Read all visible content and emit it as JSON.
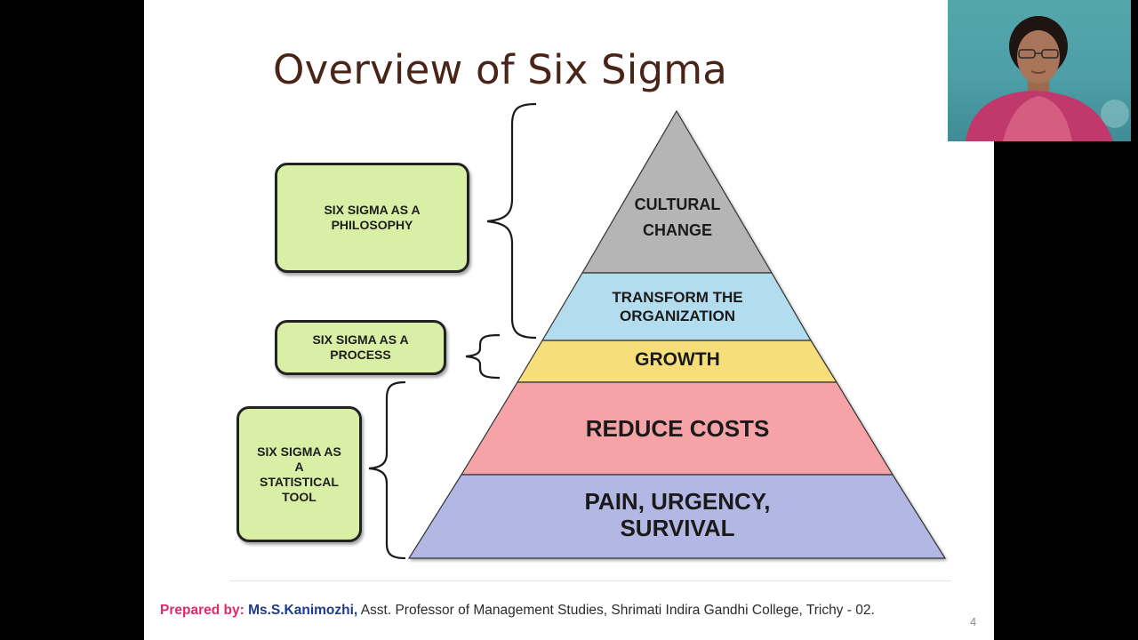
{
  "slide": {
    "title": "Overview of Six Sigma",
    "page_number": "4"
  },
  "pyramid": {
    "layers": [
      {
        "line1": "CULTURAL",
        "line2": "CHANGE",
        "color": "#b5b5b5"
      },
      {
        "line1": "TRANSFORM THE",
        "line2": "ORGANIZATION",
        "color": "#b4dcef"
      },
      {
        "line1": "GROWTH",
        "line2": "",
        "color": "#f6df7a"
      },
      {
        "line1": "REDUCE COSTS",
        "line2": "",
        "color": "#f6a3a8"
      },
      {
        "line1": "PAIN, URGENCY,",
        "line2": "SURVIVAL",
        "color": "#b3b7e4"
      }
    ]
  },
  "boxes": {
    "philosophy": {
      "lines": [
        "SIX SIGMA AS A",
        "PHILOSOPHY"
      ]
    },
    "process": {
      "lines": [
        "SIX SIGMA AS A",
        "PROCESS"
      ]
    },
    "statistical": {
      "lines": [
        "SIX SIGMA AS",
        "A",
        "STATISTICAL",
        "TOOL"
      ]
    }
  },
  "colors": {
    "box_fill": "#d9efa5",
    "title": "#4a2517",
    "prepared_by": "#e0286b",
    "author": "#1f3c8c"
  },
  "footer": {
    "prepared_by": "Prepared by:",
    "author": "Ms.S.Kanimozhi,",
    "details": "Asst. Professor of Management Studies, Shrimati Indira Gandhi College, Trichy - 02."
  }
}
